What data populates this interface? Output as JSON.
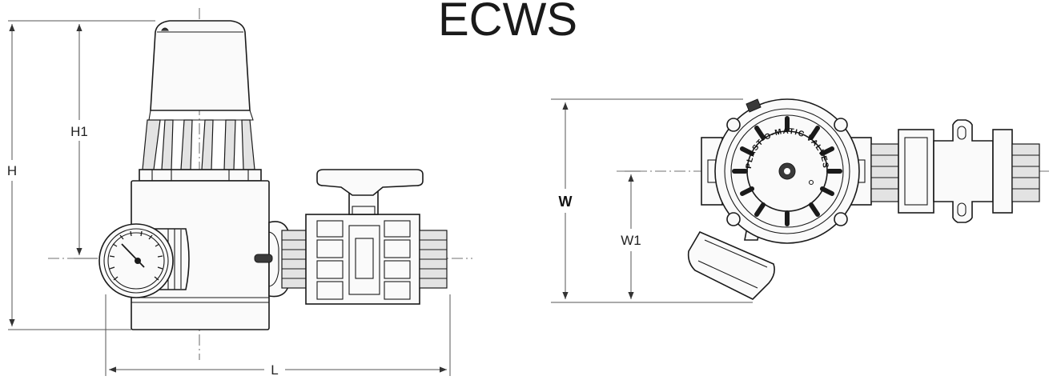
{
  "title": "ECWS",
  "dimensions": {
    "height": "H",
    "height_to_centerline": "H1",
    "length": "L",
    "width": "W",
    "width_to_centerline": "W1"
  },
  "emboss_text": "PLAST-O-MATIC VALVES",
  "colors": {
    "line": "#1a1a1a",
    "dimension": "#555555"
  }
}
